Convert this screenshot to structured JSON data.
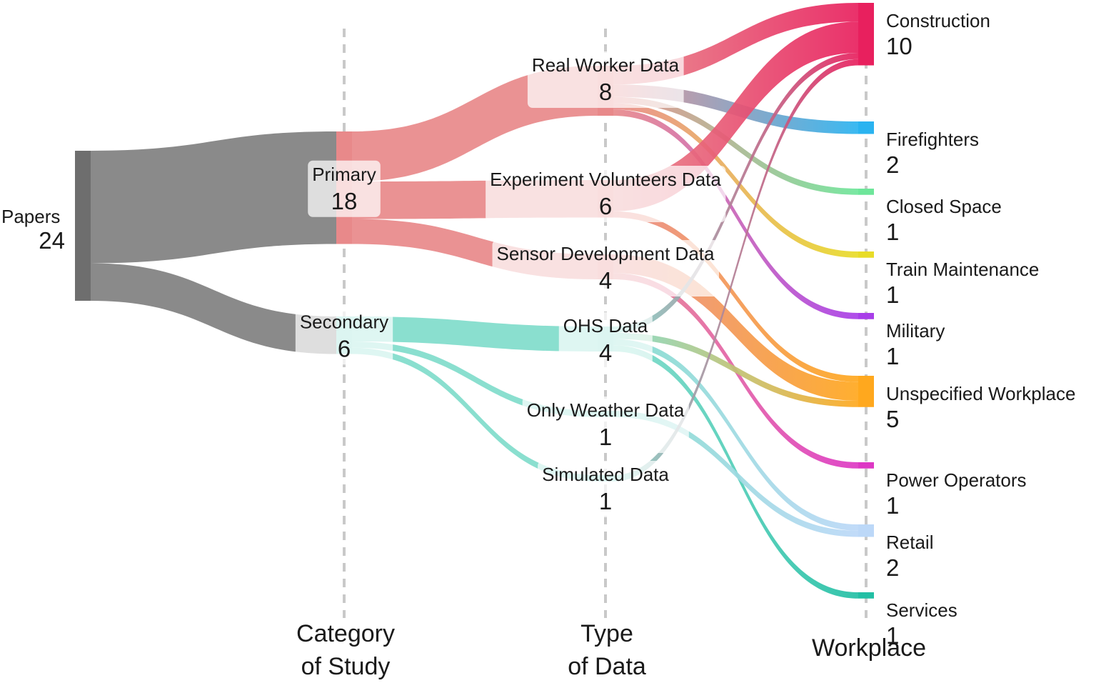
{
  "columns": [
    {
      "id": "col0",
      "label_lines": []
    },
    {
      "id": "col1",
      "label_lines": [
        "Category",
        "of Study"
      ]
    },
    {
      "id": "col2",
      "label_lines": [
        "Type",
        "of Data"
      ]
    },
    {
      "id": "col3",
      "label_lines": [
        "Workplace"
      ]
    }
  ],
  "nodes": [
    {
      "id": "papers",
      "name": "Papers",
      "value": "24",
      "column": 0,
      "color": "#808080"
    },
    {
      "id": "primary",
      "name": "Primary",
      "value": "18",
      "column": 1,
      "color": "#e8898a"
    },
    {
      "id": "secondary",
      "name": "Secondary",
      "value": "6",
      "column": 1,
      "color": "#80dccb"
    },
    {
      "id": "real_worker",
      "name": "Real Worker Data",
      "value": "8",
      "column": 2,
      "color": "#e8898a"
    },
    {
      "id": "exp_vol",
      "name": "Experiment Volunteers Data",
      "value": "6",
      "column": 2,
      "color": "#e8898a"
    },
    {
      "id": "sensor_dev",
      "name": "Sensor Development Data",
      "value": "4",
      "column": 2,
      "color": "#e8898a"
    },
    {
      "id": "ohs",
      "name": "OHS Data",
      "value": "4",
      "column": 2,
      "color": "#80dccb"
    },
    {
      "id": "weather",
      "name": "Only Weather Data",
      "value": "1",
      "column": 2,
      "color": "#80dccb"
    },
    {
      "id": "simulated",
      "name": "Simulated Data",
      "value": "1",
      "column": 2,
      "color": "#80dccb"
    },
    {
      "id": "construction",
      "name": "Construction",
      "value": "10",
      "column": 3,
      "color": "#e8205e"
    },
    {
      "id": "firefighters",
      "name": "Firefighters",
      "value": "2",
      "column": 3,
      "color": "#2ab3f0"
    },
    {
      "id": "closed_space",
      "name": "Closed Space",
      "value": "1",
      "column": 3,
      "color": "#6ee69a"
    },
    {
      "id": "train_maint",
      "name": "Train Maintenance",
      "value": "1",
      "column": 3,
      "color": "#e8dc28"
    },
    {
      "id": "military",
      "name": "Military",
      "value": "1",
      "column": 3,
      "color": "#a83ee8"
    },
    {
      "id": "unspecified",
      "name": "Unspecified Workplace",
      "value": "5",
      "column": 3,
      "color": "#ffa81e"
    },
    {
      "id": "power_ops",
      "name": "Power Operators",
      "value": "1",
      "column": 3,
      "color": "#dd38c4"
    },
    {
      "id": "retail",
      "name": "Retail",
      "value": "2",
      "column": 3,
      "color": "#bcd8f8"
    },
    {
      "id": "services",
      "name": "Services",
      "value": "1",
      "column": 3,
      "color": "#22bfa4"
    }
  ],
  "links": [
    {
      "source": "papers",
      "target": "primary",
      "value": 18
    },
    {
      "source": "papers",
      "target": "secondary",
      "value": 6
    },
    {
      "source": "primary",
      "target": "real_worker",
      "value": 8
    },
    {
      "source": "primary",
      "target": "exp_vol",
      "value": 6
    },
    {
      "source": "primary",
      "target": "sensor_dev",
      "value": 4
    },
    {
      "source": "secondary",
      "target": "ohs",
      "value": 4
    },
    {
      "source": "secondary",
      "target": "weather",
      "value": 1
    },
    {
      "source": "secondary",
      "target": "simulated",
      "value": 1
    },
    {
      "source": "real_worker",
      "target": "construction",
      "value": 3
    },
    {
      "source": "real_worker",
      "target": "firefighters",
      "value": 2
    },
    {
      "source": "real_worker",
      "target": "closed_space",
      "value": 1
    },
    {
      "source": "real_worker",
      "target": "train_maint",
      "value": 1
    },
    {
      "source": "real_worker",
      "target": "military",
      "value": 1
    },
    {
      "source": "exp_vol",
      "target": "construction",
      "value": 5
    },
    {
      "source": "exp_vol",
      "target": "unspecified",
      "value": 1
    },
    {
      "source": "sensor_dev",
      "target": "unspecified",
      "value": 3
    },
    {
      "source": "sensor_dev",
      "target": "power_ops",
      "value": 1
    },
    {
      "source": "ohs",
      "target": "construction",
      "value": 1
    },
    {
      "source": "ohs",
      "target": "unspecified",
      "value": 1
    },
    {
      "source": "ohs",
      "target": "retail",
      "value": 1
    },
    {
      "source": "ohs",
      "target": "services",
      "value": 1
    },
    {
      "source": "weather",
      "target": "retail",
      "value": 1
    },
    {
      "source": "simulated",
      "target": "construction",
      "value": 1
    }
  ]
}
